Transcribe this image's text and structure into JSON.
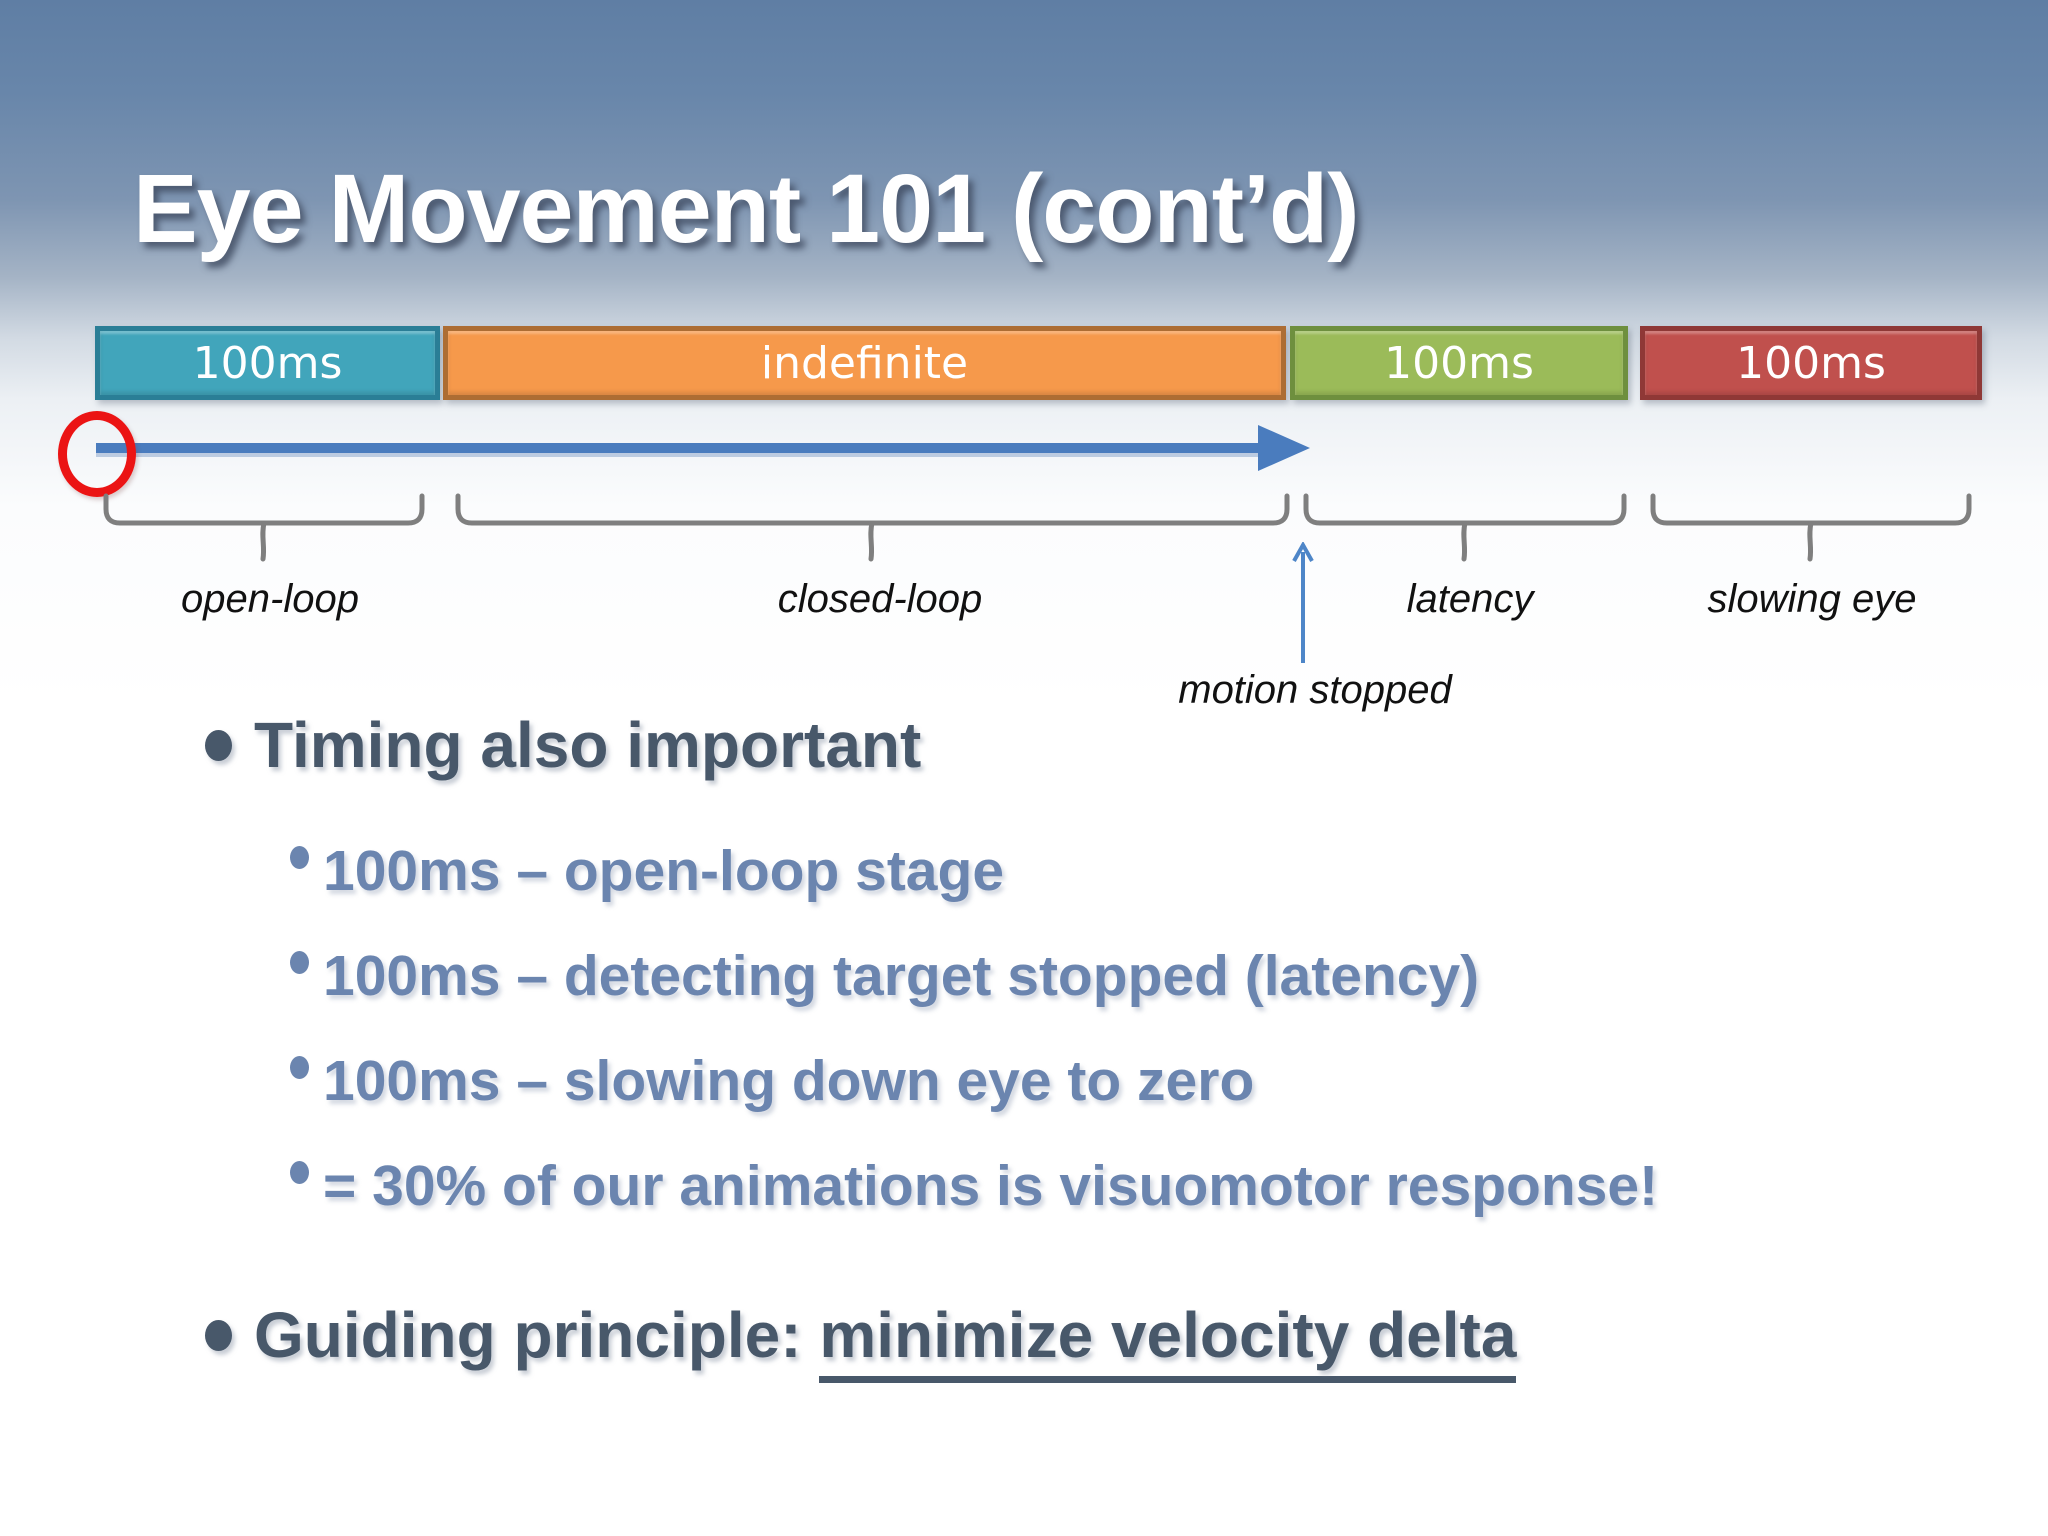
{
  "slide": {
    "title": "Eye Movement 101 (cont’d)"
  },
  "timeline": {
    "bars": [
      {
        "label": "100ms",
        "fill": "#41A5BB",
        "border": "#2A7E96"
      },
      {
        "label": "indefinite",
        "fill": "#F6994B",
        "border": "#AD6D33"
      },
      {
        "label": "100ms",
        "fill": "#9BBB59",
        "border": "#6E8F3E"
      },
      {
        "label": "100ms",
        "fill": "#C0504D",
        "border": "#8F3836"
      }
    ],
    "phase_labels": [
      "open-loop",
      "closed-loop",
      "latency",
      "slowing eye"
    ],
    "annotation": "motion stopped",
    "arrow_color": "#4A7CBE",
    "annotation_arrow_color": "#4E86C8",
    "start_marker_color": "#EB1414",
    "brace_color": "#7F7F7F"
  },
  "bullets": {
    "main": "Timing also important",
    "sub": [
      "100ms – open-loop stage",
      "100ms – detecting target stopped (latency)",
      "100ms – slowing down eye to zero",
      "= 30% of our animations is visuomotor response!"
    ],
    "principle_prefix": "Guiding principle: ",
    "principle_underlined": "minimize velocity delta"
  }
}
